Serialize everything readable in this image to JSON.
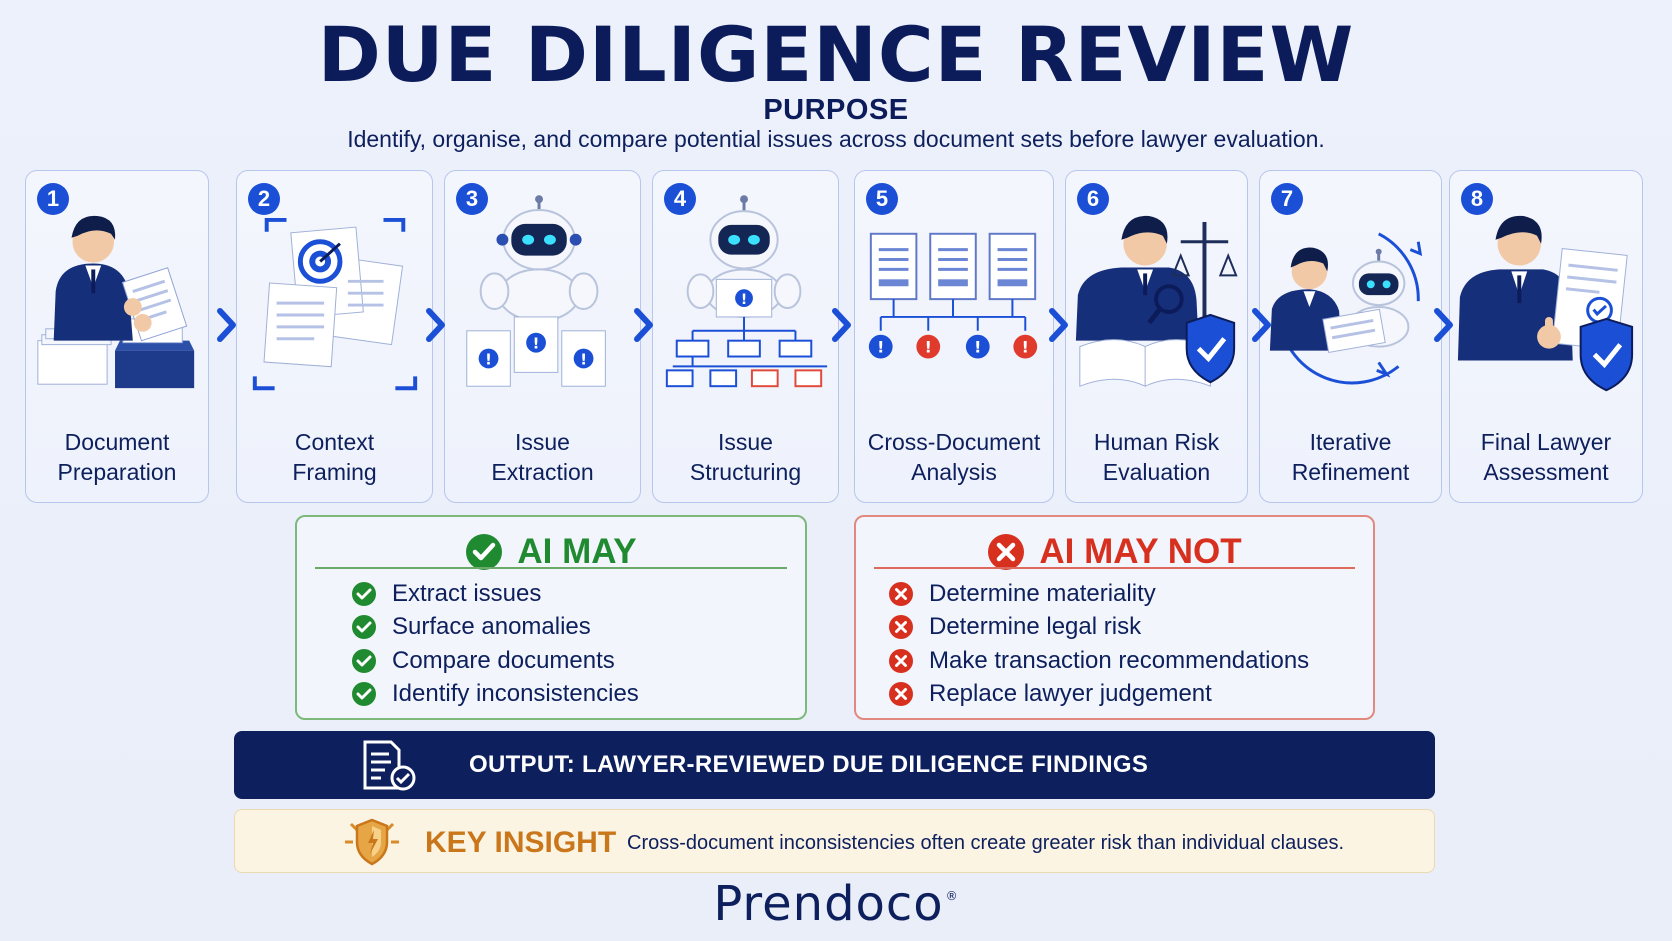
{
  "title": "DUE DILIGENCE REVIEW",
  "purpose": {
    "heading": "PURPOSE",
    "text": "Identify, organise, and compare potential issues across document sets before lawyer evaluation."
  },
  "steps": [
    {
      "number": "1",
      "label_line1": "Document",
      "label_line2": "Preparation"
    },
    {
      "number": "2",
      "label_line1": "Context",
      "label_line2": "Framing"
    },
    {
      "number": "3",
      "label_line1": "Issue",
      "label_line2": "Extraction"
    },
    {
      "number": "4",
      "label_line1": "Issue",
      "label_line2": "Structuring"
    },
    {
      "number": "5",
      "label_line1": "Cross-Document",
      "label_line2": "Analysis"
    },
    {
      "number": "6",
      "label_line1": "Human Risk",
      "label_line2": "Evaluation"
    },
    {
      "number": "7",
      "label_line1": "Iterative",
      "label_line2": "Refinement"
    },
    {
      "number": "8",
      "label_line1": "Final Lawyer",
      "label_line2": "Assessment"
    }
  ],
  "ai_may": {
    "heading": "AI MAY",
    "items": [
      "Extract issues",
      "Surface anomalies",
      "Compare documents",
      "Identify inconsistencies"
    ]
  },
  "ai_may_not": {
    "heading": "AI MAY NOT",
    "items": [
      "Determine materiality",
      "Determine legal risk",
      "Make transaction recommendations",
      "Replace lawyer judgement"
    ]
  },
  "output": {
    "text": "OUTPUT:  LAWYER-REVIEWED DUE DILIGENCE FINDINGS"
  },
  "insight": {
    "heading": "KEY INSIGHT",
    "text": "Cross-document inconsistencies often create greater risk than individual clauses."
  },
  "brand": {
    "name": "Prendoco",
    "mark": "®"
  },
  "colors": {
    "navy": "#0d1f5c",
    "blue": "#1a4fd6",
    "green": "#1f8a2f",
    "red": "#d7301f",
    "gold": "#c9771a"
  }
}
